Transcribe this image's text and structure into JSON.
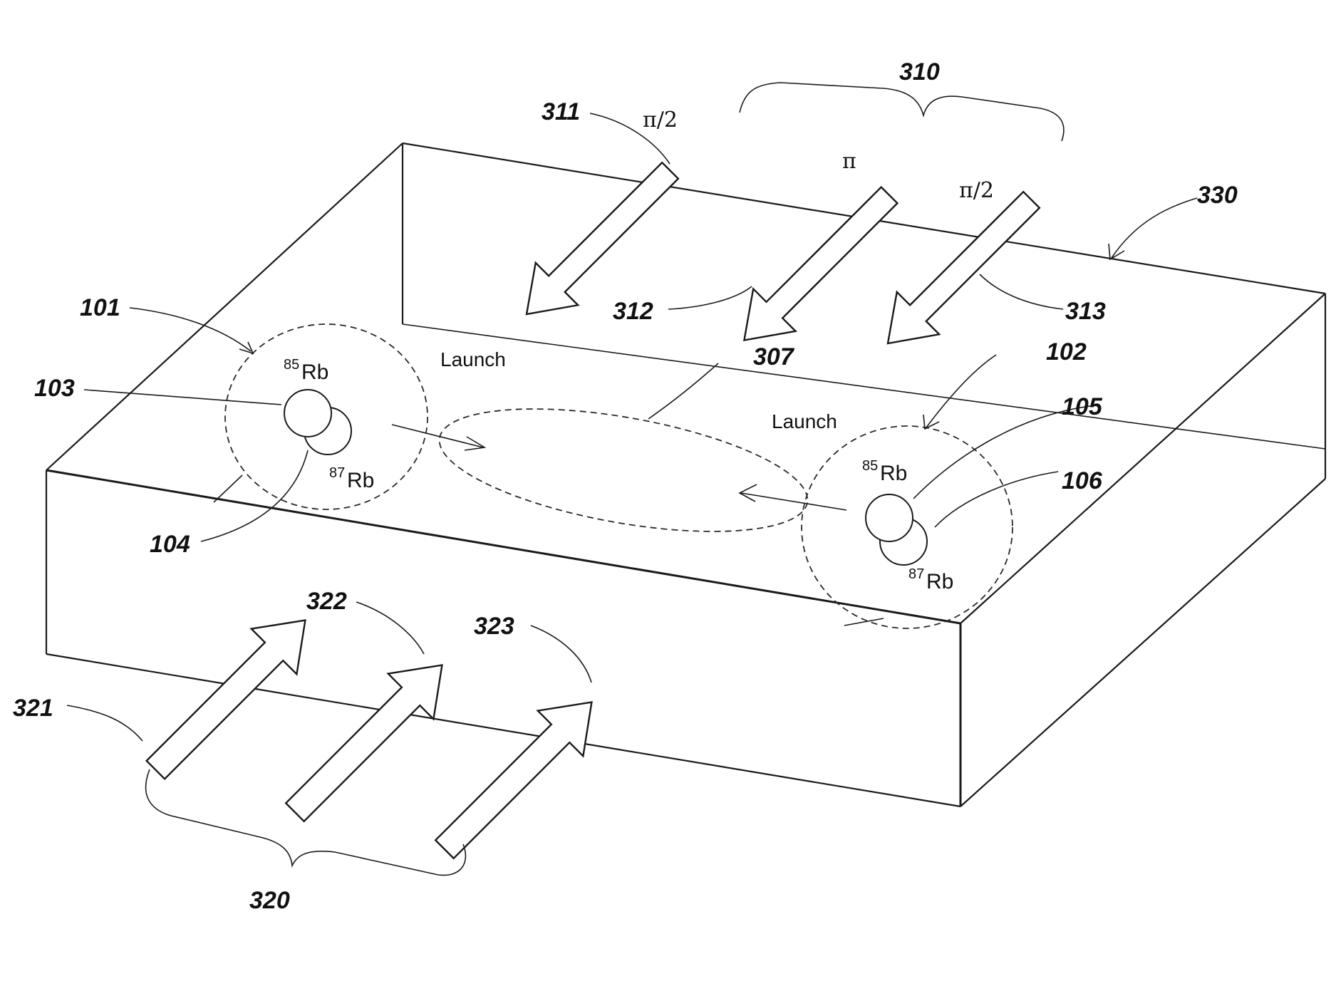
{
  "refs": {
    "r101": "101",
    "r102": "102",
    "r103": "103",
    "r104": "104",
    "r105": "105",
    "r106": "106",
    "r307": "307",
    "r310": "310",
    "r311": "311",
    "r312": "312",
    "r313": "313",
    "r320": "320",
    "r321": "321",
    "r322": "322",
    "r323": "323",
    "r330": "330"
  },
  "labels": {
    "launch_left": "Launch",
    "launch_right": "Launch",
    "pulse_1": "π/2",
    "pulse_2": "π",
    "pulse_3": "π/2"
  },
  "atoms": {
    "iso85": "85",
    "iso87": "87",
    "element": "Rb"
  }
}
